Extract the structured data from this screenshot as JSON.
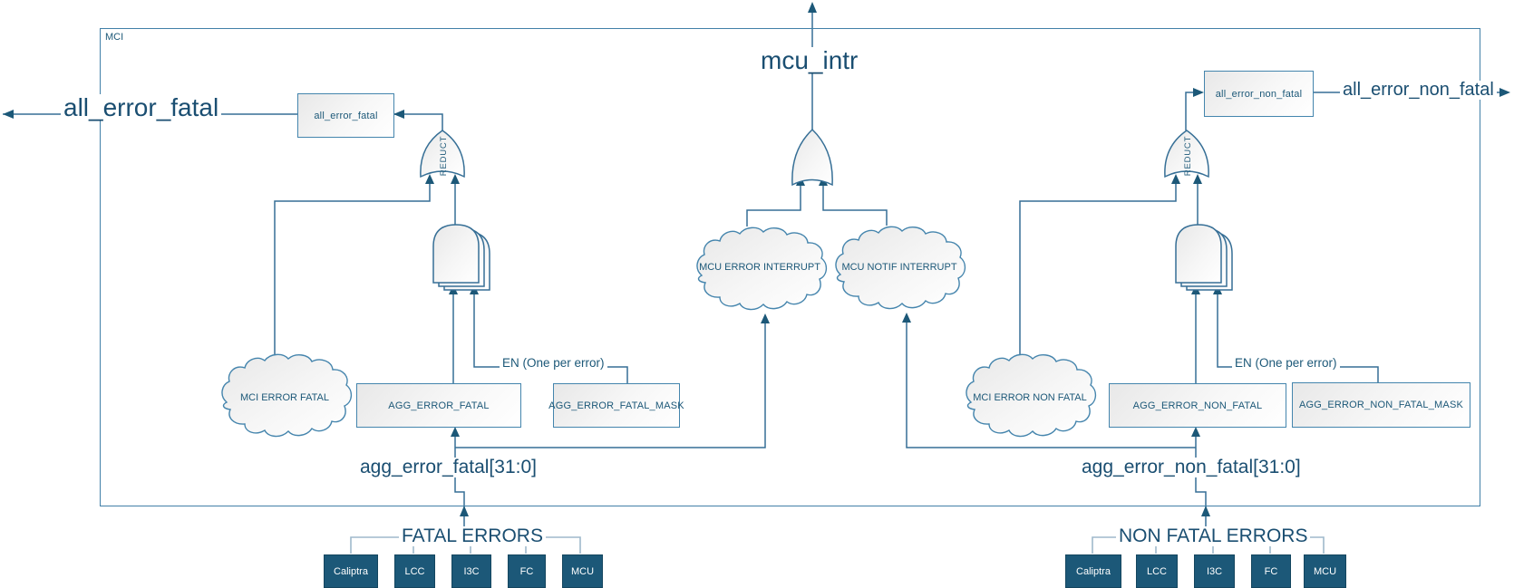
{
  "mci_label": "MCI",
  "outputs": {
    "all_error_fatal": "all_error_fatal",
    "mcu_intr": "mcu_intr",
    "all_error_non_fatal": "all_error_non_fatal"
  },
  "inputs": {
    "agg_error_fatal": "agg_error_fatal[31:0]",
    "agg_error_non_fatal": "agg_error_non_fatal[31:0]"
  },
  "registers": {
    "all_error_fatal": "all_error_fatal",
    "all_error_non_fatal": "all_error_non_fatal",
    "agg_error_fatal": "AGG_ERROR_FATAL",
    "agg_error_fatal_mask": "AGG_ERROR_FATAL_MASK",
    "agg_error_non_fatal": "AGG_ERROR_NON_FATAL",
    "agg_error_non_fatal_mask": "AGG_ERROR_NON_FATAL_MASK"
  },
  "clouds": {
    "mci_error_fatal": "MCI ERROR FATAL",
    "mcu_error_interrupt": "MCU ERROR INTERRUPT",
    "mcu_notif_interrupt": "MCU NOTIF INTERRUPT",
    "mci_error_non_fatal": "MCI ERROR NON FATAL"
  },
  "labels": {
    "reduce_gate": "REDUCT",
    "enable": "EN (One per error)"
  },
  "source_groups": {
    "fatal": {
      "title": "FATAL ERRORS",
      "items": [
        "Caliptra",
        "LCC",
        "I3C",
        "FC",
        "MCU"
      ]
    },
    "non_fatal": {
      "title": "NON FATAL ERRORS",
      "items": [
        "Caliptra",
        "LCC",
        "I3C",
        "FC",
        "MCU"
      ]
    }
  },
  "colors": {
    "line": "#366f96",
    "arrow": "#1c5878",
    "label_text": "#1c5878",
    "big_text": "#1a4e71",
    "box_border": "#4485ad",
    "source_box_fill": "#1c5878",
    "bracket_line": "#9fb9cb"
  }
}
